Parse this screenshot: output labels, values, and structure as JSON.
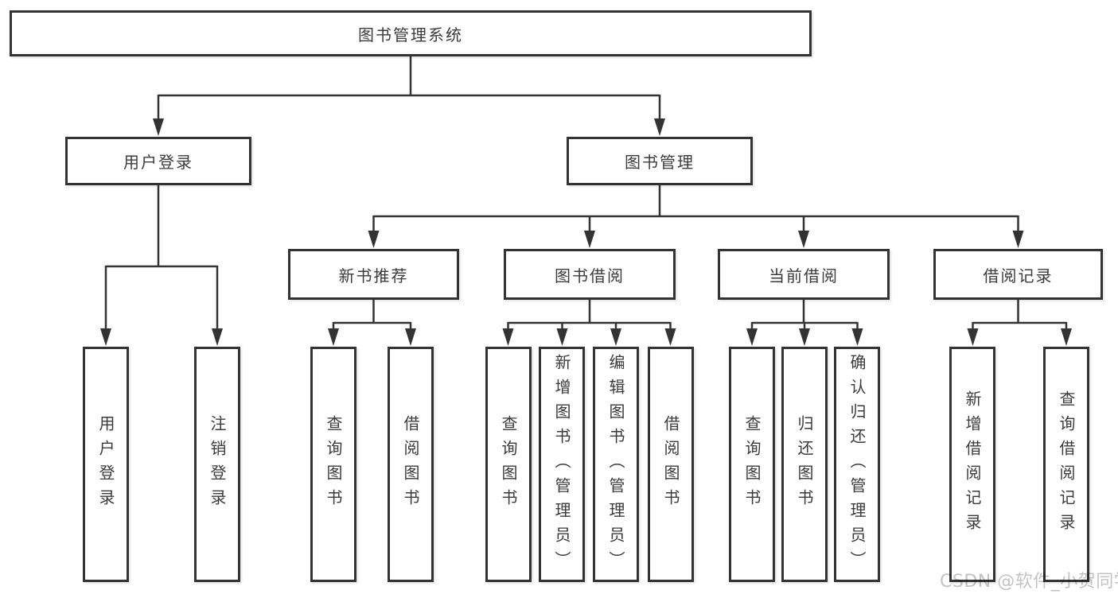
{
  "diagram_type": "hierarchy-chart",
  "colors": {
    "background": "#ffffff",
    "line": "#333333",
    "box_border": "#333333",
    "box_fill": "#ffffff",
    "text": "#3b3b3b",
    "watermark": "#c3c3c3"
  },
  "tree": {
    "root": "图书管理系统",
    "children": [
      {
        "label": "用户登录",
        "children": [
          "用户登录",
          "注销登录"
        ]
      },
      {
        "label": "图书管理",
        "children": [
          {
            "label": "新书推荐",
            "children": [
              "查询图书",
              "借阅图书"
            ]
          },
          {
            "label": "图书借阅",
            "children": [
              "查询图书",
              "新增图书（管理员）",
              "编辑图书（管理员）",
              "借阅图书"
            ]
          },
          {
            "label": "当前借阅",
            "children": [
              "查询图书",
              "归还图书",
              "确认归还（管理员）"
            ]
          },
          {
            "label": "借阅记录",
            "children": [
              "新增借阅记录",
              "查询借阅记录"
            ]
          }
        ]
      }
    ]
  },
  "watermark": {
    "text": "CSDN @软件_小贺同学"
  }
}
